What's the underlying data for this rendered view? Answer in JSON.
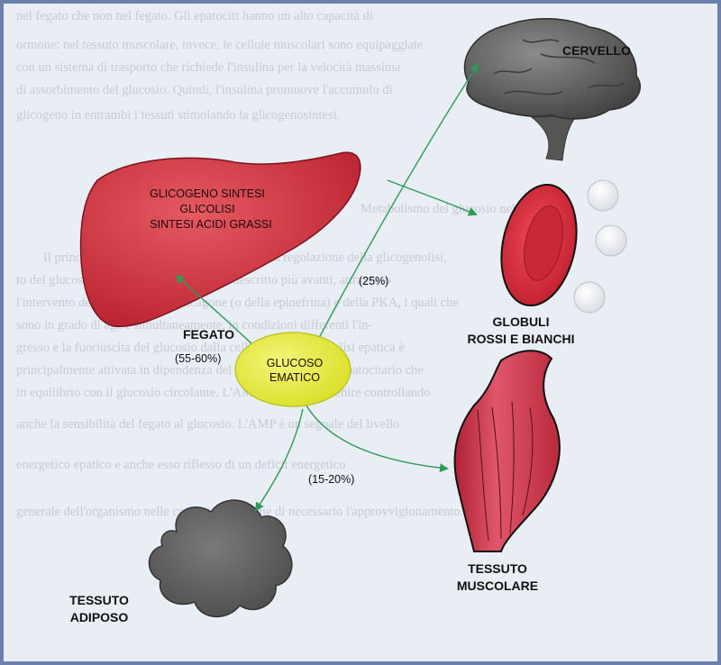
{
  "background_text": [
    "nel fegato che non nel fegato. Gli epatociti hanno un alto capacità di",
    "ormone: nel tessuto muscolare, invece, le cellule muscolari sono equipaggiate",
    "con un sistema di trasporto che richiede l'insulina per la velocità massima",
    "di assorbimento del glucosio. Quindi, l'insulina promuove l'accumulo di",
    "glicogeno in entrambi i tessuti stimolando la glicogenosintesi.",
    "Metabolismo del glucosio nel fegato",
    "Il principale punto di controllo a contatto è la regolazione della glicogenolisi,",
    "to del glucosio che si realizza, come sarà descritto più avanti, attraverso",
    "l'intervento dell'insulina e del glucagone (o della epinefrina) e della PKA, i quali che",
    "sono in grado di agire simultaneamente, in condizioni differenti l'in-",
    "gresso e la fuoriuscita del glucosio dalla cellula. La glicogenolisi epatica è",
    "principalmente attivata in dipendenza del glucosio libero intraepatocitario che",
    "in equilibrio con il glucosio circolante. L'AMP sembra intervenire controllando",
    "anche la sensibilità del fegato al glucosio. L'AMP è un segnale del livello",
    "energetico epatico e anche esso riflesso di un deficit energetico",
    "generale dell'organismo nelle condizioni estreme di necessario l'approvvigionamento."
  ],
  "labels": {
    "cervello": "CERVELLO",
    "fegato": "FEGATO",
    "globuli_1": "GLOBULI",
    "globuli_2": "ROSSI E BIANCHI",
    "tessuto_muscolare_1": "TESSUTO",
    "tessuto_muscolare_2": "MUSCOLARE",
    "tessuto_adiposo_1": "TESSUTO",
    "tessuto_adiposo_2": "ADIPOSO",
    "glucoso_1": "GLUCOSO",
    "glucoso_2": "EMATICO"
  },
  "liver_text": [
    "GLICOGENO SINTESI",
    "GLICOLISI",
    "SINTESI ACIDI GRASSI"
  ],
  "percentages": {
    "brain_rbc": "(25%)",
    "liver": "(55-60%)",
    "muscle_adipose": "(15-20%)"
  },
  "colors": {
    "background": "#e9edf4",
    "border": "#6d7fae",
    "organ_red": "#d63a47",
    "brain_gray": "#5a5a5a",
    "glucose_yellow": "#e6eb3a",
    "arrow_green": "#2e9a5a",
    "adipose_gray": "#5f5f5f"
  }
}
